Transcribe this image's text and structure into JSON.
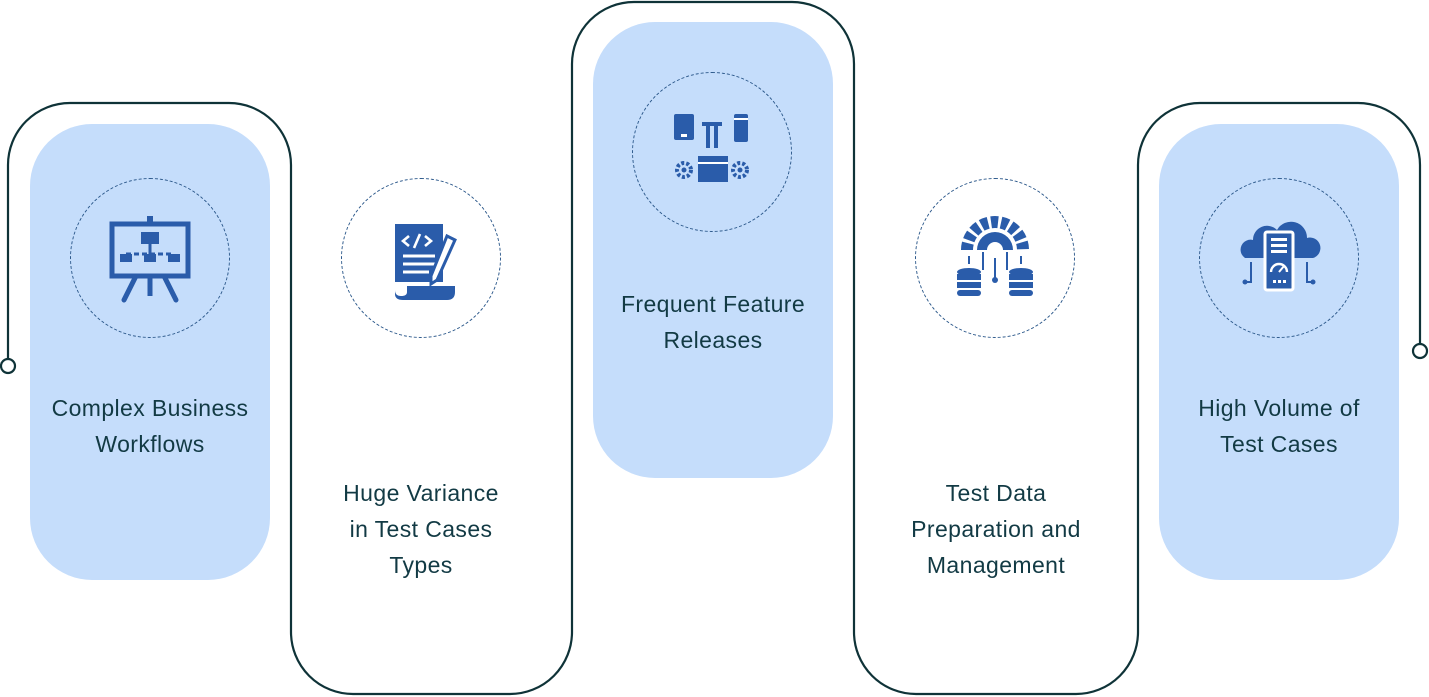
{
  "colors": {
    "outline": "#0f3338",
    "card_fill": "#c5ddfb",
    "icon": "#2a5caa",
    "text": "#123a44"
  },
  "items": [
    {
      "label_lines": [
        "Complex Business",
        "Workflows"
      ],
      "icon": "presentation-board-icon"
    },
    {
      "label_lines": [
        "Huge Variance",
        "in Test Cases",
        "Types"
      ],
      "icon": "code-document-icon"
    },
    {
      "label_lines": [
        "Frequent Feature",
        "Releases"
      ],
      "icon": "devices-gears-icon"
    },
    {
      "label_lines": [
        "Test Data",
        "Preparation and",
        "Management"
      ],
      "icon": "data-gear-icon"
    },
    {
      "label_lines": [
        "High Volume of",
        "Test Cases"
      ],
      "icon": "cloud-server-icon"
    }
  ]
}
